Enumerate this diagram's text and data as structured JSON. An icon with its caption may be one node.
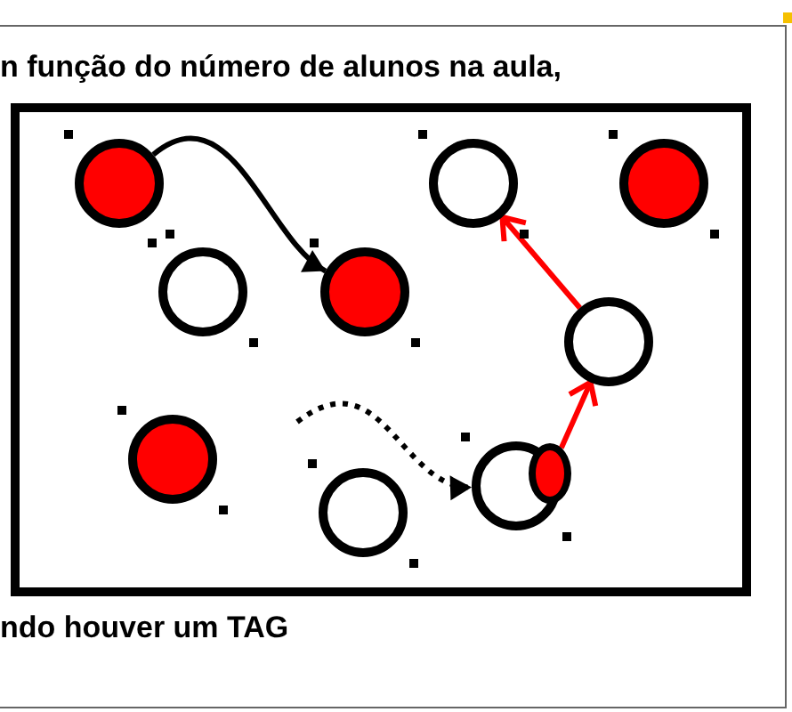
{
  "diagram": {
    "nodes": [
      {
        "text": [],
        "shape": "circle"
      },
      {
        "text": [],
        "shape": "circle"
      },
      {
        "text": [],
        "shape": "circle"
      },
      {
        "text": [],
        "shape": "circle"
      },
      {
        "text": [],
        "shape": "circle"
      },
      {
        "text": [],
        "shape": "circle"
      },
      {
        "text": [],
        "shape": "circle"
      },
      {
        "text": [],
        "shape": "circle"
      },
      {
        "text": [],
        "shape": "circle"
      },
      {
        "text": [],
        "shape": "circle"
      }
    ],
    "edges": [
      {
        "from": 0,
        "to": 4,
        "arrow": "to"
      },
      {
        "from": 5,
        "to": 1,
        "arrow": "to",
        "color": "#ff0000"
      },
      {
        "from": null,
        "to": 8,
        "arrow": "to",
        "style": "dashed"
      },
      {
        "from": 9,
        "to": 5,
        "arrow": "to",
        "color": "#ff0000"
      }
    ],
    "labels": [
      "n função do número de alunos na aula,",
      "ndo houver um TAG"
    ]
  }
}
